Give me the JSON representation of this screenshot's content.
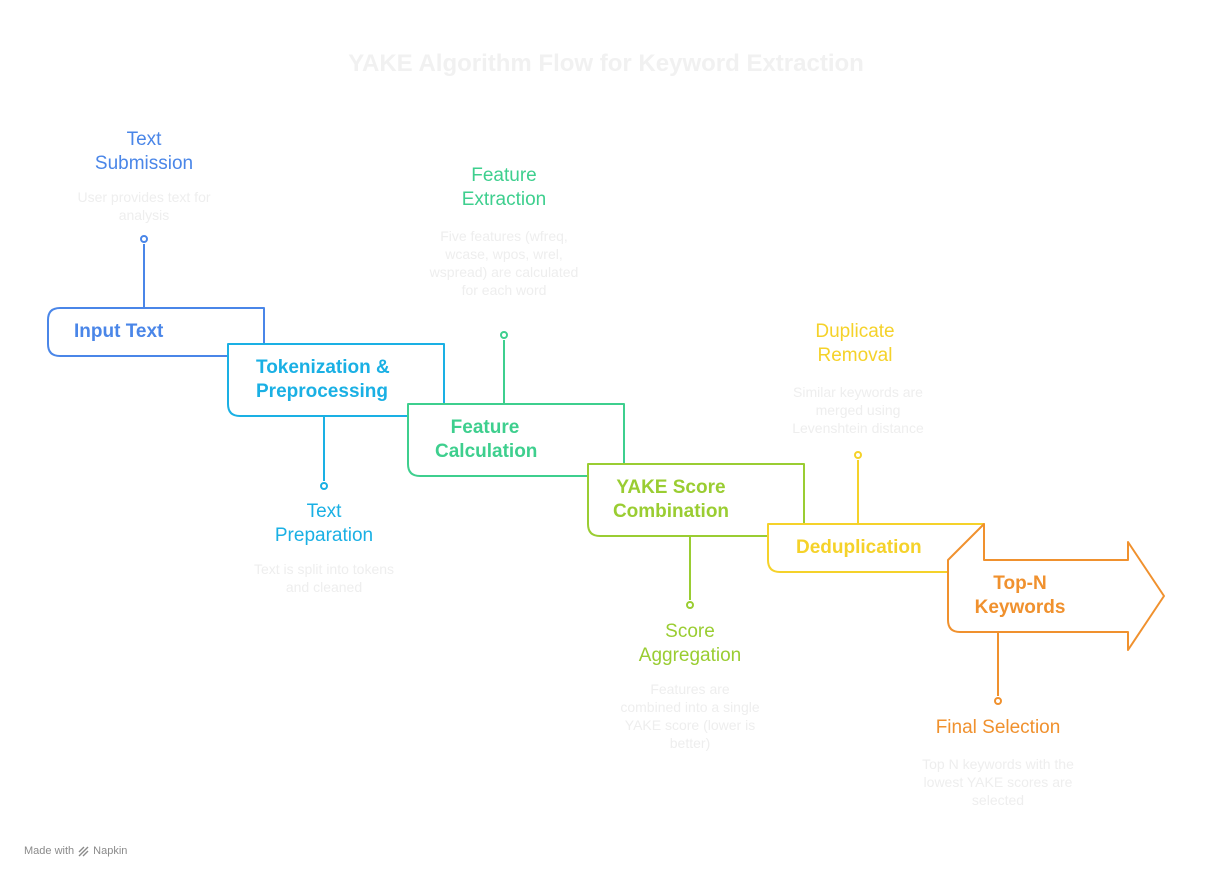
{
  "title": "YAKE Algorithm Flow for Keyword Extraction",
  "colors": {
    "step1": "#4a86e8",
    "step2": "#1ab0e4",
    "step3": "#3ecf8e",
    "step4": "#9acd32",
    "step5": "#f5d22a",
    "step6": "#f0912e"
  },
  "steps": [
    {
      "label_line1": "Input Text",
      "label_line2": "",
      "heading_line1": "Text",
      "heading_line2": "Submission",
      "desc": "User provides text for analysis"
    },
    {
      "label_line1": "Tokenization &",
      "label_line2": "Preprocessing",
      "heading_line1": "Text",
      "heading_line2": "Preparation",
      "desc": "Text is split into tokens and cleaned"
    },
    {
      "label_line1": "Feature",
      "label_line2": "Calculation",
      "heading_line1": "Feature",
      "heading_line2": "Extraction",
      "desc": "Five features (wfreq, wcase, wpos, wrel, wspread) are calculated for each word"
    },
    {
      "label_line1": "YAKE Score",
      "label_line2": "Combination",
      "heading_line1": "Score",
      "heading_line2": "Aggregation",
      "desc": "Features are combined into a single YAKE score (lower is better)"
    },
    {
      "label_line1": "Deduplication",
      "label_line2": "",
      "heading_line1": "Duplicate",
      "heading_line2": "Removal",
      "desc": "Similar keywords are merged using Levenshtein distance"
    },
    {
      "label_line1": "Top-N",
      "label_line2": "Keywords",
      "heading_line1": "Final Selection",
      "heading_line2": "",
      "desc": "Top N keywords with the lowest YAKE scores are selected"
    }
  ],
  "footer": {
    "made_with": "Made with",
    "brand": "Napkin",
    "brand_icon": "napkin-logo-icon"
  }
}
